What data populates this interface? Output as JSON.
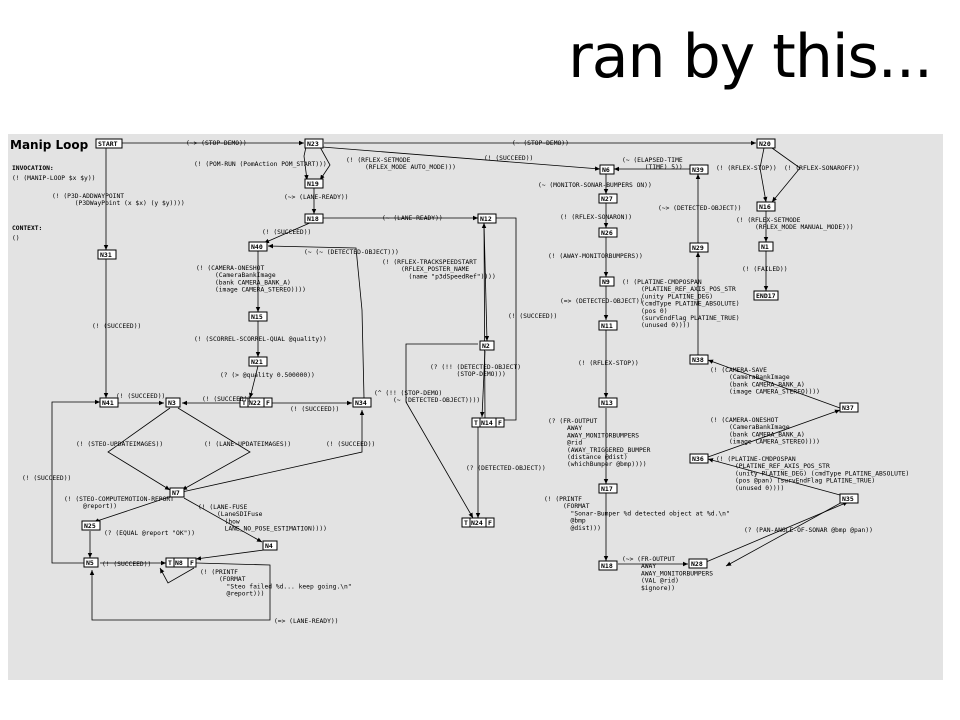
{
  "slide_title": "ran by this...",
  "panel_title": "Manip Loop",
  "invocation": {
    "header": "INVOCATION:",
    "lines": [
      "(! (MANIP-LOOP $x $y))"
    ]
  },
  "context": {
    "header": "CONTEXT:",
    "lines": [
      "()"
    ]
  },
  "nodes": {
    "START": "START",
    "N23": "N23",
    "N20": "N20",
    "N6": "N6",
    "N39": "N39",
    "N19": "N19",
    "N16": "N16",
    "N27": "N27",
    "N18a": "N18",
    "N12": "N12",
    "N26": "N26",
    "N40": "N40",
    "N29": "N29",
    "N1": "N1",
    "N31": "N31",
    "END17": "END17",
    "N9": "N9",
    "N11": "N11",
    "N15": "N15",
    "N2": "N2",
    "N38": "N38",
    "N21": "N21",
    "N41": "N41",
    "N3": "N3",
    "N22": "N22",
    "N34": "N34",
    "N13": "N13",
    "N37": "N37",
    "N14": "N14",
    "N36": "N36",
    "N7": "N7",
    "N17": "N17",
    "N35": "N35",
    "N25": "N25",
    "N24": "N24",
    "N4": "N4",
    "N5": "N5",
    "N8": "N8",
    "N18b": "N18",
    "N28": "N28",
    "T": "T",
    "F": "F"
  },
  "labels": [
    {
      "id": "stopdemo1",
      "lines": [
        "(~> (STOP-DEMO))"
      ]
    },
    {
      "id": "stopdemo2",
      "lines": [
        "(~ (STOP-DEMO))"
      ]
    },
    {
      "id": "pomrun",
      "lines": [
        "(! (POM-RUN (PomAction POM_START)))"
      ]
    },
    {
      "id": "rflexsetmode1",
      "lines": [
        "(! (RFLEX-SETMODE",
        "     (RFLEX_MODE AUTO_MODE)))"
      ]
    },
    {
      "id": "succeed1",
      "lines": [
        "(! (SUCCEED))"
      ]
    },
    {
      "id": "elapsed",
      "lines": [
        "(~ (ELAPSED-TIME",
        "      (TIME) 5))"
      ]
    },
    {
      "id": "rflexstop1",
      "lines": [
        "(! (RFLEX-STOP))"
      ]
    },
    {
      "id": "sonaroff",
      "lines": [
        "(! (RFLEX-SONAROFF))"
      ]
    },
    {
      "id": "p3daddway",
      "lines": [
        "(! (P3D-ADDWAYPOINT",
        "      (P3DWayPoint (x $x) (y $y))))"
      ]
    },
    {
      "id": "lanereadyA",
      "lines": [
        "(~> (LANE-READY))"
      ]
    },
    {
      "id": "monsonar",
      "lines": [
        "(~ (MONITOR-SONAR-BUMPERS ON))"
      ]
    },
    {
      "id": "detobj1",
      "lines": [
        "(~> (DETECTED-OBJECT))"
      ]
    },
    {
      "id": "rflexsetmode2",
      "lines": [
        "(! (RFLEX-SETMODE",
        "     (RFLEX_MODE MANUAL_MODE)))"
      ]
    },
    {
      "id": "lanereadyB",
      "lines": [
        "(~ (LANE-READY))"
      ]
    },
    {
      "id": "sonaron",
      "lines": [
        "(! (RFLEX-SONARON))"
      ]
    },
    {
      "id": "succeed2",
      "lines": [
        "(! (SUCCEED))"
      ]
    },
    {
      "id": "notdetobj",
      "lines": [
        "(~ (~ (DETECTED-OBJECT)))"
      ]
    },
    {
      "id": "awaymon",
      "lines": [
        "(! (AWAY-MONITORBUMPERS))"
      ]
    },
    {
      "id": "trackspeed",
      "lines": [
        "(! (RFLEX-TRACKSPEEDSTART",
        "     (RFLEX_POSTER_NAME",
        "       (name \"p3dSpeedRef\"))))"
      ]
    },
    {
      "id": "camoneshot1",
      "lines": [
        "(! (CAMERA-ONESHOT",
        "     (CameraBankImage",
        "     (bank CAMERA_BANK_A)",
        "     (image CAMERA_STEREO))))"
      ]
    },
    {
      "id": "failed",
      "lines": [
        "(! (FAILED))"
      ]
    },
    {
      "id": "cmdpospan1",
      "lines": [
        "(! (PLATINE-CMDPOSPAN",
        "     (PLATINE_REF_AXIS_POS_STR",
        "     (unity PLATINE_DEG)",
        "     (cmdType PLATINE_ABSOLUTE)",
        "     (pos 0)",
        "     (survEndFlag PLATINE_TRUE)",
        "     (unused 0))))"
      ]
    },
    {
      "id": "detobj2",
      "lines": [
        "(=> (DETECTED-OBJECT))"
      ]
    },
    {
      "id": "succeed3",
      "lines": [
        "(! (SUCCEED))"
      ]
    },
    {
      "id": "succeed4",
      "lines": [
        "(! (SUCCEED))"
      ]
    },
    {
      "id": "scorrel",
      "lines": [
        "(! (SCORREL-SCORREL-QUAL @quality))"
      ]
    },
    {
      "id": "iidetobj",
      "lines": [
        "(? (!! (DETECTED-OBJECT)",
        "       (STOP-DEMO)))"
      ]
    },
    {
      "id": "rflexstop2",
      "lines": [
        "(! (RFLEX-STOP))"
      ]
    },
    {
      "id": "camsave",
      "lines": [
        "(! (CAMERA-SAVE",
        "     (CameraBankImage",
        "     (bank CAMERA_BANK_A)",
        "     (image CAMERA_STEREO))))"
      ]
    },
    {
      "id": "quality",
      "lines": [
        "(? (> @quality 0.500000))"
      ]
    },
    {
      "id": "succeed5",
      "lines": [
        "(! (SUCCEED))"
      ]
    },
    {
      "id": "iistopdemo",
      "lines": [
        "(^ (!! (STOP-DEMO)",
        "     (~ (DETECTED-OBJECT))))"
      ]
    },
    {
      "id": "succeed6",
      "lines": [
        "(! (SUCCEED))"
      ]
    },
    {
      "id": "succeed7",
      "lines": [
        "(! (SUCCEED))"
      ]
    },
    {
      "id": "camoneshot2",
      "lines": [
        "(! (CAMERA-ONESHOT",
        "     (CameraBankImage",
        "     (bank CAMERA_BANK_A)",
        "     (image CAMERA_STEREO))))"
      ]
    },
    {
      "id": "froutput1",
      "lines": [
        "(? (FR-OUTPUT",
        "     AWAY",
        "     AWAY_MONITORBUMPERS",
        "     @rid",
        "     (AWAY_TRIGGERED_BUMPER",
        "     (distance @dist)",
        "     (whichBumper @bmp))))"
      ]
    },
    {
      "id": "steoupd",
      "lines": [
        "(! (STEO-UPDATEIMAGES))"
      ]
    },
    {
      "id": "laneupd",
      "lines": [
        "(! (LANE-UPDATEIMAGES))"
      ]
    },
    {
      "id": "succeed8",
      "lines": [
        "(! (SUCCEED))"
      ]
    },
    {
      "id": "cmdpospan2",
      "lines": [
        "(! (PLATINE-CMDPOSPAN",
        "     (PLATINE_REF_AXIS_POS_STR",
        "     (unity PLATINE_DEG) (cmdType PLATINE_ABSOLUTE)",
        "     (pos @pan) (survEndFlag PLATINE_TRUE)",
        "     (unused 0))))"
      ]
    },
    {
      "id": "detobj3",
      "lines": [
        "(? (DETECTED-OBJECT))"
      ]
    },
    {
      "id": "succeed9",
      "lines": [
        "(! (SUCCEED))"
      ]
    },
    {
      "id": "steocompute",
      "lines": [
        "(! (STEO-COMPUTEMOTION-REPORT",
        "     @report))"
      ]
    },
    {
      "id": "lanefuse",
      "lines": [
        "(! (LANE-FUSE",
        "     (LaneSDIFuse",
        "       (how",
        "       LANE_NO_POSE_ESTIMATION))))"
      ]
    },
    {
      "id": "printf1",
      "lines": [
        "(! (PRINTF",
        "     (FORMAT",
        "       \"Sonar-Bumper %d detected object at %d.\\n\"",
        "       @bmp",
        "       @dist)))"
      ]
    },
    {
      "id": "equalok",
      "lines": [
        "(? (EQUAL @report \"OK\"))"
      ]
    },
    {
      "id": "panangle",
      "lines": [
        "(? (PAN-ANGLE-OF-SONAR @bmp @pan))"
      ]
    },
    {
      "id": "succeed10",
      "lines": [
        "(! (SUCCEED))"
      ]
    },
    {
      "id": "printf2",
      "lines": [
        "(! (PRINTF",
        "     (FORMAT",
        "       \"Steo failed %d... keep going.\\n\"",
        "       @report)))"
      ]
    },
    {
      "id": "froutput2",
      "lines": [
        "(~> (FR-OUTPUT",
        "     AWAY",
        "     AWAY_MONITORBUMPERS",
        "     (VAL @rid)",
        "     $ignore))"
      ]
    },
    {
      "id": "lanereadyC",
      "lines": [
        "(=> (LANE-READY))"
      ]
    }
  ]
}
